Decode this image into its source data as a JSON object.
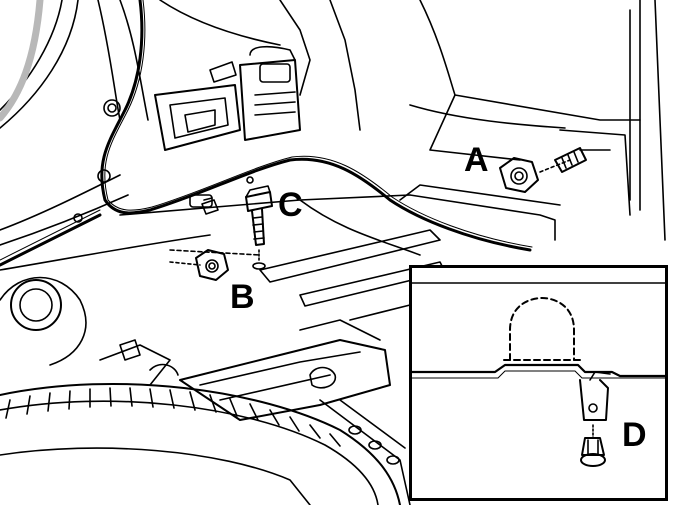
{
  "callouts": {
    "a": "A",
    "b": "B",
    "c": "C",
    "d": "D"
  },
  "colors": {
    "line": "#000000",
    "background": "#ffffff",
    "shade": "#b8b8b8"
  }
}
